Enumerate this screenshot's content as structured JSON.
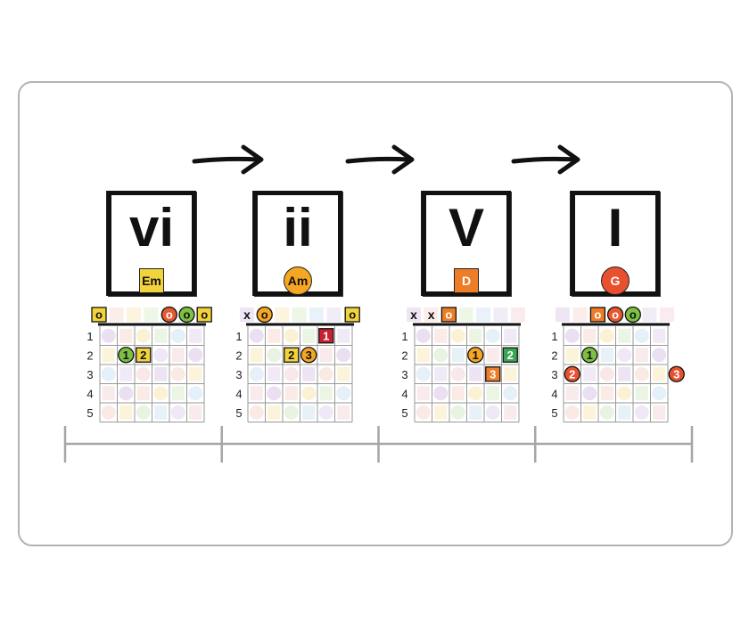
{
  "chords": [
    {
      "numeral": "vi",
      "name": "Em",
      "badge_shape": "square",
      "badge_color": "#f1d33c",
      "badge_text_color": "#111111",
      "open_strings": [
        {
          "string": 1,
          "mark": "o",
          "color": "#f1d33c",
          "shape": "square"
        },
        {
          "string": 5,
          "mark": "o",
          "color": "#e8582e",
          "shape": "circle"
        },
        {
          "string": 6,
          "mark": "o",
          "color": "#7cc142",
          "shape": "circle"
        },
        {
          "string": 7,
          "mark": "o",
          "color": "#f1d33c",
          "shape": "square"
        }
      ],
      "fingers": [
        {
          "string": 2,
          "fret": 2,
          "label": "1",
          "color": "#7cc142",
          "shape": "circle"
        },
        {
          "string": 3,
          "fret": 2,
          "label": "2",
          "color": "#f1d33c",
          "shape": "square"
        }
      ]
    },
    {
      "numeral": "ii",
      "name": "Am",
      "badge_shape": "circle",
      "badge_color": "#f5a623",
      "badge_text_color": "#111111",
      "open_strings": [
        {
          "string": 1,
          "mark": "x",
          "color": "",
          "shape": "none"
        },
        {
          "string": 2,
          "mark": "o",
          "color": "#f5a623",
          "shape": "circle"
        },
        {
          "string": 7,
          "mark": "o",
          "color": "#f1d33c",
          "shape": "square"
        }
      ],
      "fingers": [
        {
          "string": 5,
          "fret": 1,
          "label": "1",
          "color": "#c8202f",
          "shape": "square"
        },
        {
          "string": 3,
          "fret": 2,
          "label": "2",
          "color": "#f1d33c",
          "shape": "square"
        },
        {
          "string": 4,
          "fret": 2,
          "label": "3",
          "color": "#f5a623",
          "shape": "circle"
        }
      ]
    },
    {
      "numeral": "V",
      "name": "D",
      "badge_shape": "square",
      "badge_color": "#ee7d28",
      "badge_text_color": "#ffffff",
      "open_strings": [
        {
          "string": 1,
          "mark": "x",
          "color": "",
          "shape": "none"
        },
        {
          "string": 2,
          "mark": "x",
          "color": "",
          "shape": "none"
        },
        {
          "string": 3,
          "mark": "o",
          "color": "#ee7d28",
          "shape": "square"
        }
      ],
      "fingers": [
        {
          "string": 4,
          "fret": 2,
          "label": "1",
          "color": "#f5a623",
          "shape": "circle"
        },
        {
          "string": 6,
          "fret": 2,
          "label": "2",
          "color": "#3aa655",
          "shape": "square"
        },
        {
          "string": 5,
          "fret": 3,
          "label": "3",
          "color": "#ee7d28",
          "shape": "square"
        }
      ]
    },
    {
      "numeral": "I",
      "name": "G",
      "badge_shape": "circle",
      "badge_color": "#e8502e",
      "badge_text_color": "#ffffff",
      "open_strings": [
        {
          "string": 3,
          "mark": "o",
          "color": "#ee7d28",
          "shape": "square"
        },
        {
          "string": 4,
          "mark": "o",
          "color": "#e8582e",
          "shape": "circle"
        },
        {
          "string": 5,
          "mark": "o",
          "color": "#7cc142",
          "shape": "circle"
        }
      ],
      "fingers": [
        {
          "string": 2,
          "fret": 2,
          "label": "1",
          "color": "#7cc142",
          "shape": "circle"
        },
        {
          "string": 1,
          "fret": 3,
          "label": "2",
          "color": "#e8502e",
          "shape": "circle"
        },
        {
          "string": 7,
          "fret": 3,
          "label": "3",
          "color": "#e8502e",
          "shape": "circle"
        }
      ]
    }
  ],
  "fret_numbers": [
    "1",
    "2",
    "3",
    "4",
    "5"
  ],
  "timeline_segments": 4,
  "colors": {
    "card_border": "#b3b3b3",
    "ink": "#111111",
    "timeline": "#a6a6a6",
    "grid_line": "#999999"
  }
}
